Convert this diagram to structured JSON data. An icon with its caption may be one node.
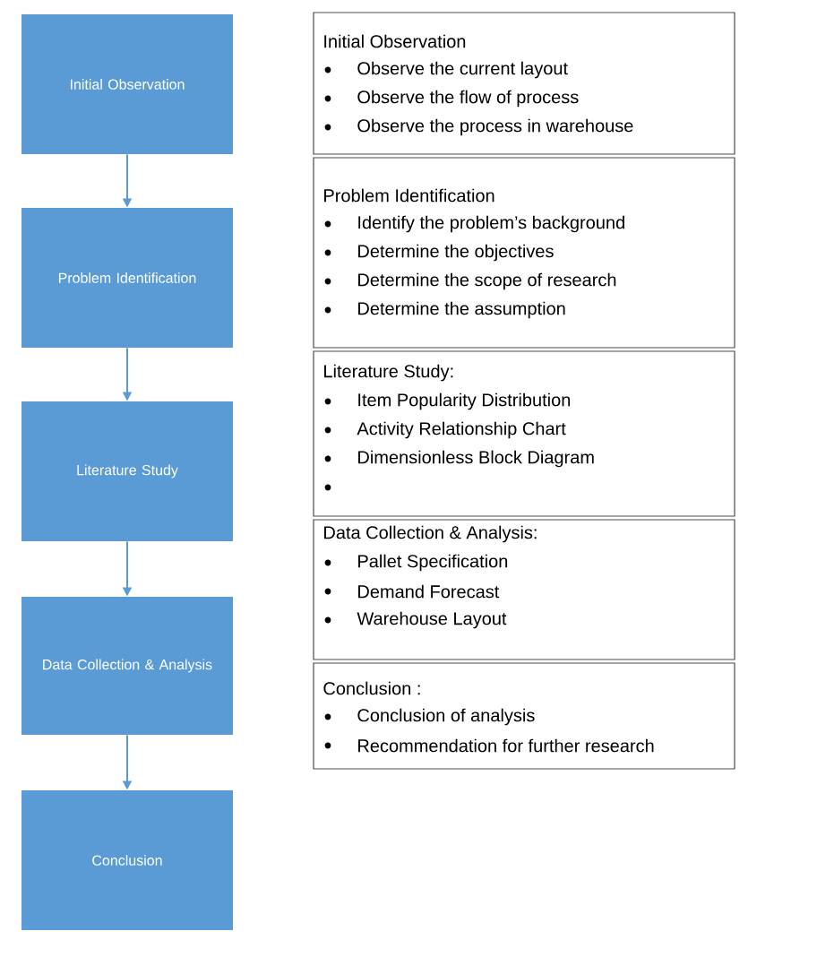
{
  "diagram": {
    "nodes": [
      {
        "text": [
          "Initial Observation"
        ]
      },
      {
        "text": [
          "Problem Identification"
        ]
      },
      {
        "text": [
          "Literature Study"
        ]
      },
      {
        "text": [
          "Data Collection & Analysis"
        ]
      },
      {
        "text": [
          "Conclusion"
        ]
      },
      {
        "text": [
          "Initial Observation",
          "Observe the current layout",
          "Observe the flow of process",
          "Observe the process in warehouse"
        ]
      },
      {
        "text": [
          "Problem Identification",
          "Identify the problem’s background",
          "Determine the objectives",
          "Determine the scope of research",
          "Determine the assumption"
        ]
      },
      {
        "text": [
          "Literature Study:",
          "Item Popularity Distribution",
          "Activity Relationship Chart",
          "Dimensionless Block Diagram"
        ]
      },
      {
        "text": [
          "Data Collection & Analysis:",
          "Pallet Specification",
          "Demand Forecast",
          "Warehouse Layout"
        ]
      },
      {
        "text": [
          "Conclusion :",
          "Conclusion of analysis",
          "Recommendation for further research"
        ]
      }
    ],
    "edges": [
      {
        "from": 0,
        "to": 1,
        "arrow": "to"
      },
      {
        "from": 1,
        "to": 2,
        "arrow": "to"
      },
      {
        "from": 2,
        "to": 3,
        "arrow": "to"
      },
      {
        "from": 3,
        "to": 4,
        "arrow": "to"
      }
    ]
  }
}
